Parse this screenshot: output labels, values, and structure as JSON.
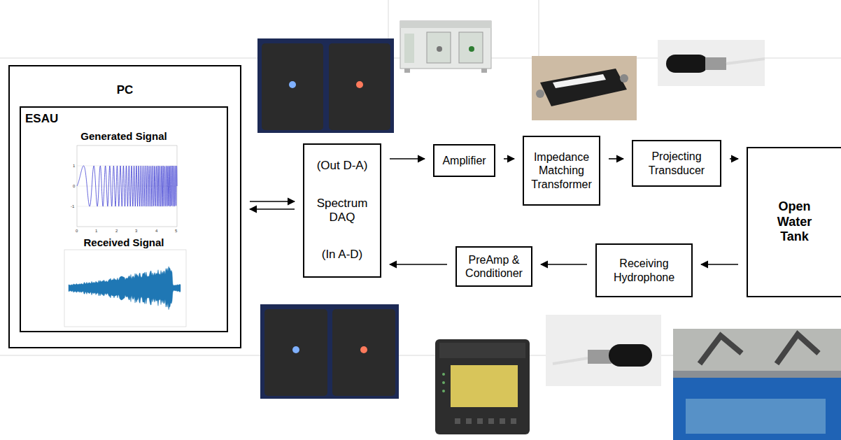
{
  "diagram": {
    "nodes": [
      {
        "text": [
          "PC"
        ]
      },
      {
        "text": [
          "ESAU",
          "Generated Signal",
          "Received Signal"
        ],
        "in": 0
      },
      {
        "text": [
          "(Out D-A)",
          "Spectrum DAQ",
          "(In A-D)"
        ]
      },
      {
        "text": [
          "Amplifier"
        ]
      },
      {
        "text": [
          "Impedance Matching Transformer"
        ]
      },
      {
        "text": [
          "Projecting Transducer"
        ]
      },
      {
        "text": [
          "Open Water Tank"
        ]
      },
      {
        "text": [
          "Receiving Hydrophone"
        ]
      },
      {
        "text": [
          "PreAmp & Conditioner"
        ]
      }
    ],
    "edges": [
      {
        "from": 0,
        "to": 2,
        "arrow": "to"
      },
      {
        "from": 2,
        "to": 0,
        "arrow": "to"
      },
      {
        "from": 2,
        "to": 3,
        "arrow": "to"
      },
      {
        "from": 3,
        "to": 4,
        "arrow": "to"
      },
      {
        "from": 4,
        "to": 5,
        "arrow": "to"
      },
      {
        "from": 5,
        "to": 6,
        "arrow": "to"
      },
      {
        "from": 6,
        "to": 7,
        "arrow": "to"
      },
      {
        "from": 7,
        "to": 8,
        "arrow": "to"
      },
      {
        "from": 8,
        "to": 2,
        "arrow": "to"
      }
    ],
    "labels": [
      "1",
      "0",
      "-1",
      "0",
      "1",
      "2",
      "3",
      "4",
      "5"
    ]
  }
}
